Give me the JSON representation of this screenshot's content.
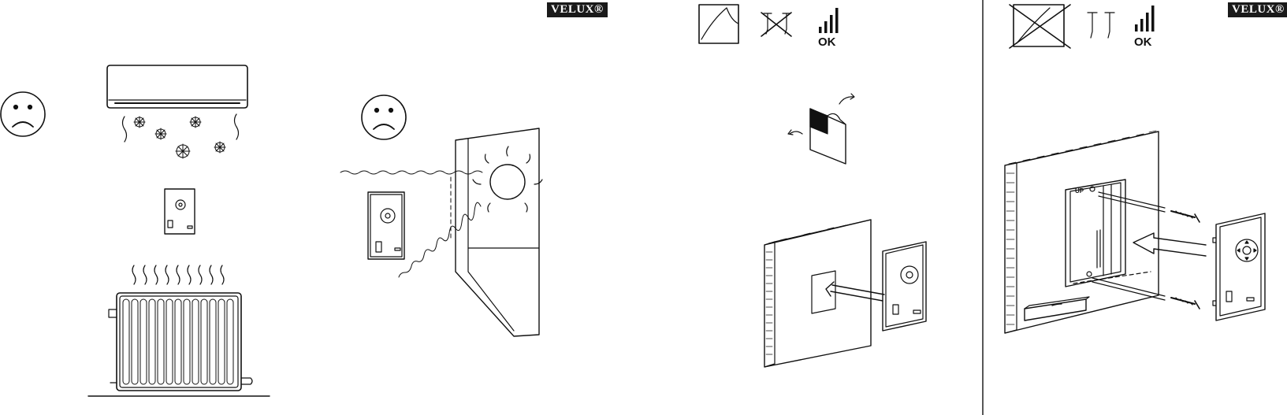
{
  "brand": {
    "logo_left": "VELUX®",
    "logo_right": "VELUX®"
  },
  "panels": {
    "adhesive": {
      "ok_label": "OK"
    },
    "screws": {
      "ok_label": "OK"
    }
  },
  "remote": {
    "up_label": "UP"
  },
  "icons": [
    "sad-face-icon",
    "air-conditioner-icon",
    "snowflake-icon",
    "radiator-icon",
    "sun-icon",
    "wall-switch-icon",
    "adhesive-sheet-icon",
    "crossed-screws-icon",
    "signal-strength-icon",
    "crossed-adhesive-icon",
    "screw-icon",
    "level-icon"
  ]
}
